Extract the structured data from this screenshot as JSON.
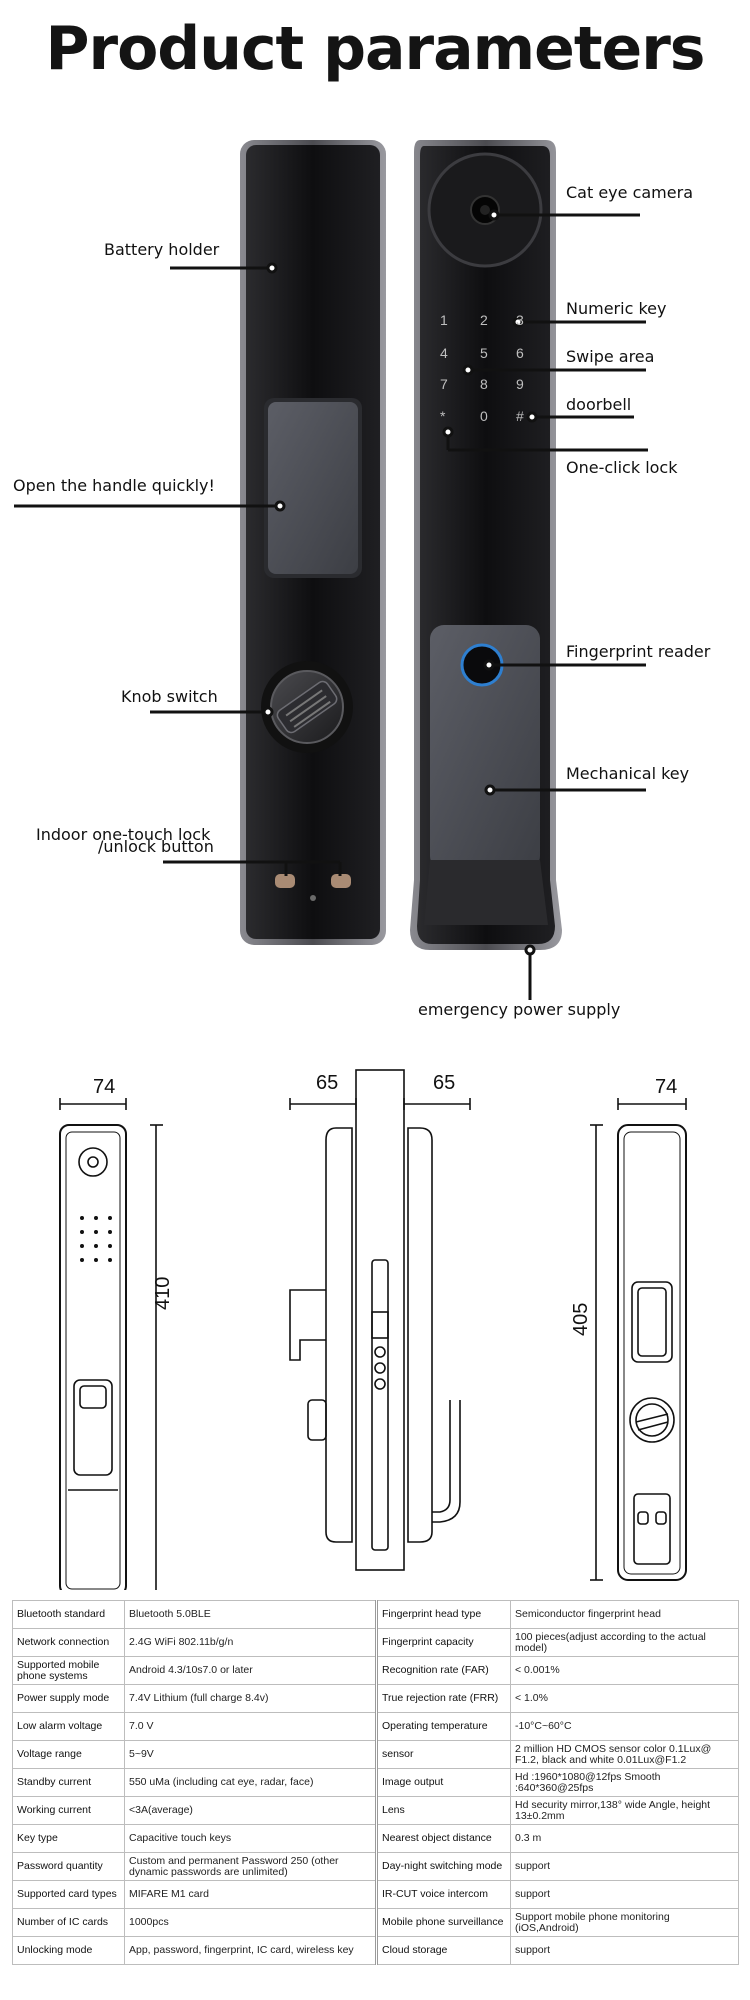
{
  "title": "Product parameters",
  "callouts": {
    "battery_holder": "Battery holder",
    "open_handle": "Open the handle quickly!",
    "knob_switch": "Knob switch",
    "indoor_lock_1": "Indoor one-touch lock",
    "indoor_lock_2": "/unlock button",
    "cat_eye": "Cat eye camera",
    "numeric_key": "Numeric key",
    "swipe_area": "Swipe area",
    "doorbell": "doorbell",
    "one_click_lock": "One-click lock",
    "fingerprint_reader": "Fingerprint reader",
    "mechanical_key": "Mechanical key",
    "emergency_power": "emergency power supply"
  },
  "keypad": [
    "1",
    "2",
    "3",
    "4",
    "5",
    "6",
    "7",
    "8",
    "9",
    "*",
    "0",
    "#"
  ],
  "dimensions": {
    "front_width": "74",
    "front_height": "410",
    "side_left": "65",
    "side_right": "65",
    "back_width": "74",
    "back_height": "405"
  },
  "specs": [
    {
      "k1": "Bluetooth standard",
      "v1": "Bluetooth 5.0BLE",
      "k2": "Fingerprint head type",
      "v2": "Semiconductor fingerprint head"
    },
    {
      "k1": "Network connection",
      "v1": "2.4G WiFi 802.11b/g/n",
      "k2": "Fingerprint capacity",
      "v2": "100 pieces(adjust according to the actual model)"
    },
    {
      "k1": "Supported mobile phone systems",
      "v1": "Android 4.3/10s7.0 or later",
      "k2": "Recognition rate (FAR)",
      "v2": "< 0.001%"
    },
    {
      "k1": "Power supply mode",
      "v1": "7.4V Lithium (full charge 8.4v)",
      "k2": "True rejection rate (FRR)",
      "v2": "< 1.0%"
    },
    {
      "k1": "Low alarm voltage",
      "v1": "7.0 V",
      "k2": "Operating temperature",
      "v2": "-10°C~60°C"
    },
    {
      "k1": "Voltage range",
      "v1": "5~9V",
      "k2": "sensor",
      "v2": "2 million HD CMOS sensor color 0.1Lux@ F1.2, black and white 0.01Lux@F1.2"
    },
    {
      "k1": "Standby current",
      "v1": "550 uMa (including cat eye, radar, face)",
      "k2": "Image output",
      "v2": "Hd :1960*1080@12fps Smooth :640*360@25fps"
    },
    {
      "k1": "Working current",
      "v1": "<3A(average)",
      "k2": "Lens",
      "v2": "Hd security mirror,138° wide Angle, height 13±0.2mm"
    },
    {
      "k1": "Key type",
      "v1": "Capacitive touch keys",
      "k2": "Nearest object distance",
      "v2": "0.3 m"
    },
    {
      "k1": "Password quantity",
      "v1": "Custom and permanent Password 250 (other dynamic passwords are unlimited)",
      "k2": "Day-night switching mode",
      "v2": "support"
    },
    {
      "k1": "Supported card types",
      "v1": "MIFARE M1 card",
      "k2": "IR-CUT voice intercom",
      "v2": "support"
    },
    {
      "k1": "Number of IC cards",
      "v1": "1000pcs",
      "k2": "Mobile phone surveillance",
      "v2": "Support mobile phone monitoring (iOS,Android)"
    },
    {
      "k1": "Unlocking mode",
      "v1": "App, password, fingerprint, IC card, wireless key",
      "k2": "Cloud storage",
      "v2": "support"
    }
  ]
}
